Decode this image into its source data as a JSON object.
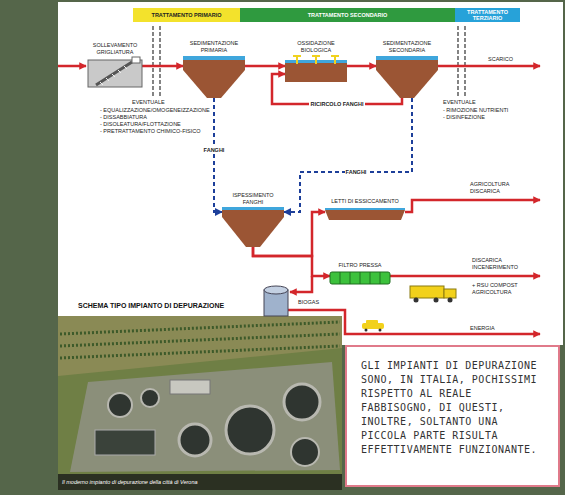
{
  "diagram": {
    "title": "SCHEMA TIPO IMPIANTO DI DEPURAZIONE",
    "caption": "Il moderno impianto di depurazione della città di Verona",
    "nodes": [
      {
        "text": [
          "TRATTAMENTO PRIMARIO"
        ]
      },
      {
        "text": [
          "TRATTAMENTO SECONDARIO"
        ]
      },
      {
        "text": [
          "TRATTAMENTO TERZIARIO"
        ]
      },
      {
        "text": [
          "SOLLEVAMENTO GRIGLIATURA"
        ]
      },
      {
        "text": [
          "SEDIMENTAZIONE PRIMARIA"
        ]
      },
      {
        "text": [
          "OSSIDAZIONE BIOLOGICA"
        ]
      },
      {
        "text": [
          "SEDIMENTAZIONE SECONDARIA"
        ]
      },
      {
        "text": [
          "ISPESSIMENTO FANGHI"
        ]
      },
      {
        "text": [
          "LETTI DI ESSICCAMENTO"
        ]
      },
      {
        "text": [
          "FILTRO PRESSA"
        ]
      },
      {
        "text": [
          "GLI IMPIANTI DI DEPURAZIONE SONO, IN ITALIA, POCHISSIMI RISPETTO AL REALE FABBISOGNO, DI QUESTI, INOLTRE, SOLTANTO UNA PICCOLA PARTE RISULTA EFFETTIVAMENTE FUNZIONANTE."
        ]
      }
    ],
    "edges": [
      {
        "from": 3,
        "to": 4,
        "arrow": "to"
      },
      {
        "from": 4,
        "to": 5,
        "arrow": "to"
      },
      {
        "from": 5,
        "to": 6,
        "arrow": "to"
      },
      {
        "from": 6,
        "to": 5,
        "label": "RICIRCOLO FANGHI",
        "arrow": "to"
      },
      {
        "from": 4,
        "to": 7,
        "label": "FANGHI",
        "arrow": "to"
      },
      {
        "from": 6,
        "to": 7,
        "label": "FANGHI",
        "arrow": "to"
      },
      {
        "from": 7,
        "to": 8,
        "arrow": "to"
      },
      {
        "from": 7,
        "to": 9,
        "arrow": "to"
      }
    ],
    "labels": [
      "EVENTUALE",
      "- EQUALIZZAZIONE/OMOGENEIZZAZIONE",
      "- DISSABBIATURA",
      "- DISOLEATURA/FLOTTAZIONE",
      "- PRETRATTAMENTO CHIMICO-FISICO",
      "EVENTUALE",
      "- RIMOZIONE NUTRIENTI",
      "- DISINFEZIONE",
      "SCARICO",
      "AGRICOLTURA DISCARICA",
      "DISCARICA INCENERIMENTO",
      "+ RSU COMPOST AGRICOLTURA",
      "BIOGAS",
      "ENERGIA"
    ]
  }
}
